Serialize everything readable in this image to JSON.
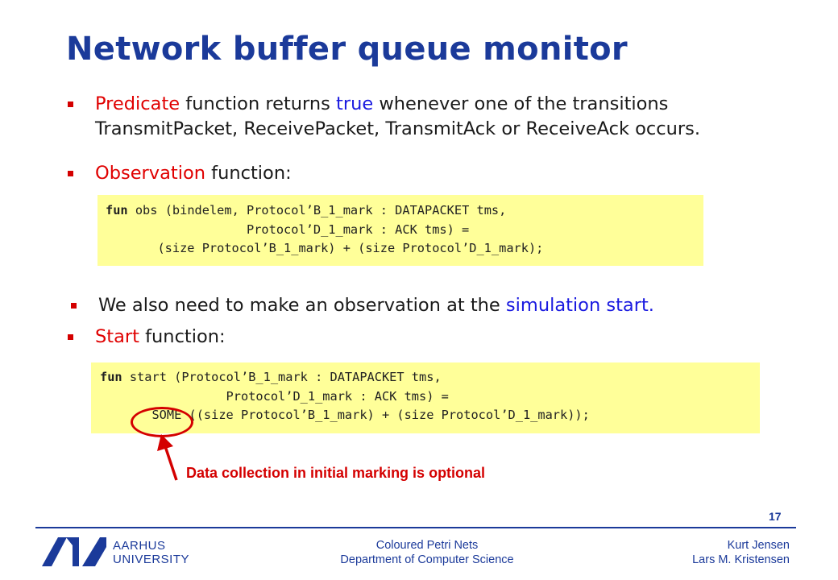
{
  "title": "Network buffer queue monitor",
  "bullets": {
    "predicate": {
      "keyword": "Predicate",
      "part1": " function returns ",
      "true_word": "true",
      "part2": " whenever one of the transitions",
      "line2": "TransmitPacket, ReceivePacket, TransmitAck or ReceiveAck occurs."
    },
    "observation": {
      "keyword": "Observation",
      "rest": " function:"
    },
    "also": {
      "part1": "We also need to make an observation at the ",
      "highlight": "simulation start."
    },
    "start": {
      "keyword": "Start",
      "rest": " function:"
    }
  },
  "code_obs": {
    "kw": "fun",
    "l1": " obs (bindelem, Protocol’B_1_mark : DATAPACKET tms,",
    "l2": "                   Protocol’D_1_mark : ACK tms) =",
    "l3": "       (size Protocol’B_1_mark) + (size Protocol’D_1_mark);"
  },
  "code_start": {
    "kw": "fun",
    "l1": " start (Protocol’B_1_mark : DATAPACKET tms,",
    "l2": "                 Protocol’D_1_mark : ACK tms) =",
    "l3": "       SOME ((size Protocol’B_1_mark) + (size Protocol’D_1_mark));"
  },
  "annotation": "Data collection in initial marking is optional",
  "page_number": "17",
  "footer": {
    "center_line1": "Coloured Petri Nets",
    "center_line2": "Department of Computer Science",
    "right_line1": "Kurt Jensen",
    "right_line2": "Lars M. Kristensen",
    "logo_line1": "AARHUS",
    "logo_line2": "UNIVERSITY"
  },
  "colors": {
    "title_blue": "#1b3a9a",
    "keyword_red": "#e00000",
    "highlight_blue": "#1a1ae0",
    "code_bg": "#ffff99"
  }
}
